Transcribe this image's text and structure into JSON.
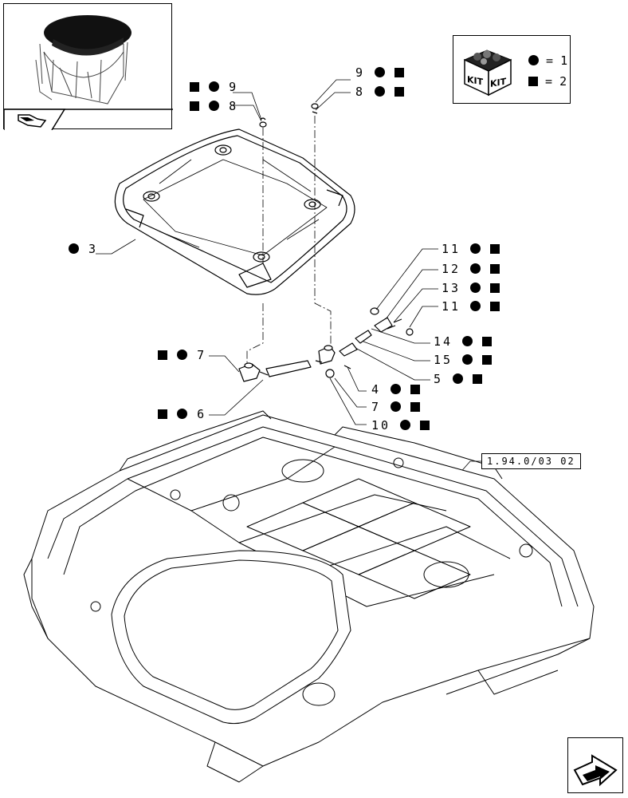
{
  "legend": {
    "kit_text": "KIT",
    "row1_value": "1",
    "row2_value": "2"
  },
  "reference": {
    "code": "1.94.0/03 02"
  },
  "callouts": [
    {
      "id": "c-9-left",
      "number": "9",
      "symbols": [
        "square",
        "dot"
      ],
      "side": "before"
    },
    {
      "id": "c-8-left",
      "number": "8",
      "symbols": [
        "square",
        "dot"
      ],
      "side": "before"
    },
    {
      "id": "c-9-right",
      "number": "9",
      "symbols": [
        "dot",
        "square"
      ],
      "side": "after"
    },
    {
      "id": "c-8-right",
      "number": "8",
      "symbols": [
        "dot",
        "square"
      ],
      "side": "after"
    },
    {
      "id": "c-3",
      "number": "3",
      "symbols": [
        "dot"
      ],
      "side": "before"
    },
    {
      "id": "c-11a",
      "number": "11",
      "symbols": [
        "dot",
        "square"
      ],
      "side": "after"
    },
    {
      "id": "c-12",
      "number": "12",
      "symbols": [
        "dot",
        "square"
      ],
      "side": "after"
    },
    {
      "id": "c-13",
      "number": "13",
      "symbols": [
        "dot",
        "square"
      ],
      "side": "after"
    },
    {
      "id": "c-11b",
      "number": "11",
      "symbols": [
        "dot",
        "square"
      ],
      "side": "after"
    },
    {
      "id": "c-14",
      "number": "14",
      "symbols": [
        "dot",
        "square"
      ],
      "side": "after"
    },
    {
      "id": "c-15",
      "number": "15",
      "symbols": [
        "dot",
        "square"
      ],
      "side": "after"
    },
    {
      "id": "c-5",
      "number": "5",
      "symbols": [
        "dot",
        "square"
      ],
      "side": "after"
    },
    {
      "id": "c-7-left",
      "number": "7",
      "symbols": [
        "square",
        "dot"
      ],
      "side": "before"
    },
    {
      "id": "c-4",
      "number": "4",
      "symbols": [
        "dot",
        "square"
      ],
      "side": "after"
    },
    {
      "id": "c-7-right",
      "number": "7",
      "symbols": [
        "dot",
        "square"
      ],
      "side": "after"
    },
    {
      "id": "c-6",
      "number": "6",
      "symbols": [
        "square",
        "dot"
      ],
      "side": "before"
    },
    {
      "id": "c-10",
      "number": "10",
      "symbols": [
        "dot",
        "square"
      ],
      "side": "after"
    }
  ],
  "icons": {
    "thumbnail": "cab-roof-thumbnail-icon",
    "kit": "kit-box-icon",
    "prev": "prev-page-arrow-icon",
    "next": "next-page-arrow-icon"
  }
}
